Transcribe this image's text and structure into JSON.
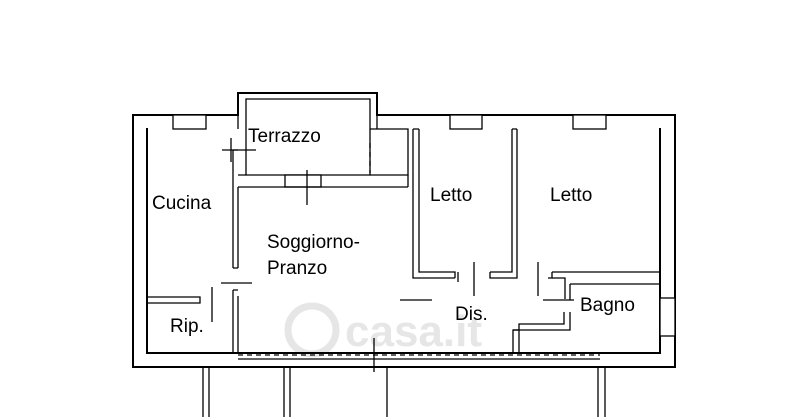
{
  "floorplan": {
    "watermark": "casa.it",
    "rooms": {
      "terrazzo": "Terrazzo",
      "cucina": "Cucina",
      "soggiorno_line1": "Soggiorno-",
      "soggiorno_line2": "Pranzo",
      "letto1": "Letto",
      "letto2": "Letto",
      "bagno": "Bagno",
      "ripostiglio": "Rip.",
      "disimpegno": "Dis."
    }
  }
}
